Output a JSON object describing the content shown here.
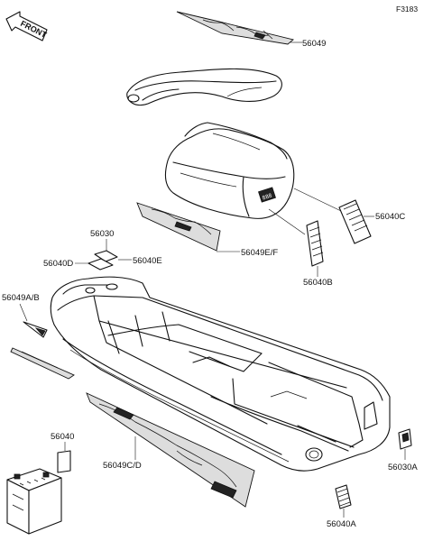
{
  "figure_code": "F3183",
  "direction_label": "FRONT",
  "part_labels": {
    "p56049": "56049",
    "p56040C": "56040C",
    "p56030": "56030",
    "p56040D": "56040D",
    "p56040E": "56040E",
    "p56049EF": "56049E/F",
    "p56040B": "56040B",
    "p56049AB": "56049A/B",
    "p56040": "56040",
    "p56049CD": "56049C/D",
    "p56030A": "56030A",
    "p56040A": "56040A"
  },
  "panel_text": "888"
}
